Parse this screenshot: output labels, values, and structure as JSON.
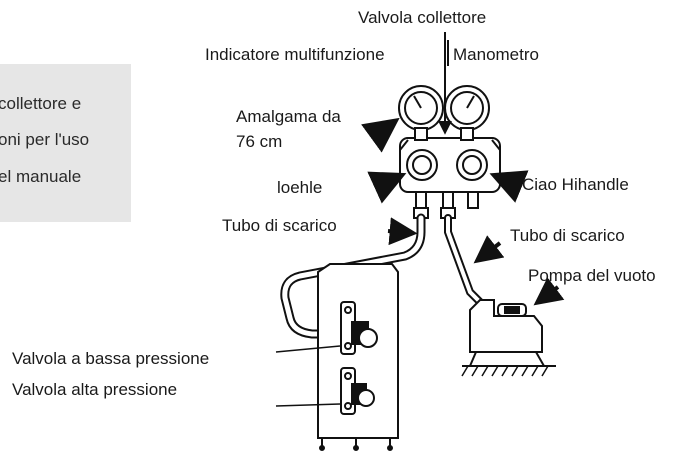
{
  "note": {
    "lines": [
      "collettore e",
      "oni per l'uso",
      "el manuale"
    ],
    "color": "#e6e6e6"
  },
  "labels": {
    "manifold_valve": "Valvola collettore",
    "multifunction_gauge": "Indicatore multifunzione",
    "pressure_gauge": "Manometro",
    "amalgam_line1": "Amalgama da",
    "amalgam_line2": "76 cm",
    "low_handle": "loehle",
    "high_handle": "Ciao Hihandle",
    "drain_hose_left": "Tubo di scarico",
    "drain_hose_right": "Tubo di scarico",
    "vacuum_pump": "Pompa del vuoto",
    "low_pressure_valve": "Valvola a bassa pressione",
    "high_pressure_valve": "Valvola alta pressione"
  }
}
